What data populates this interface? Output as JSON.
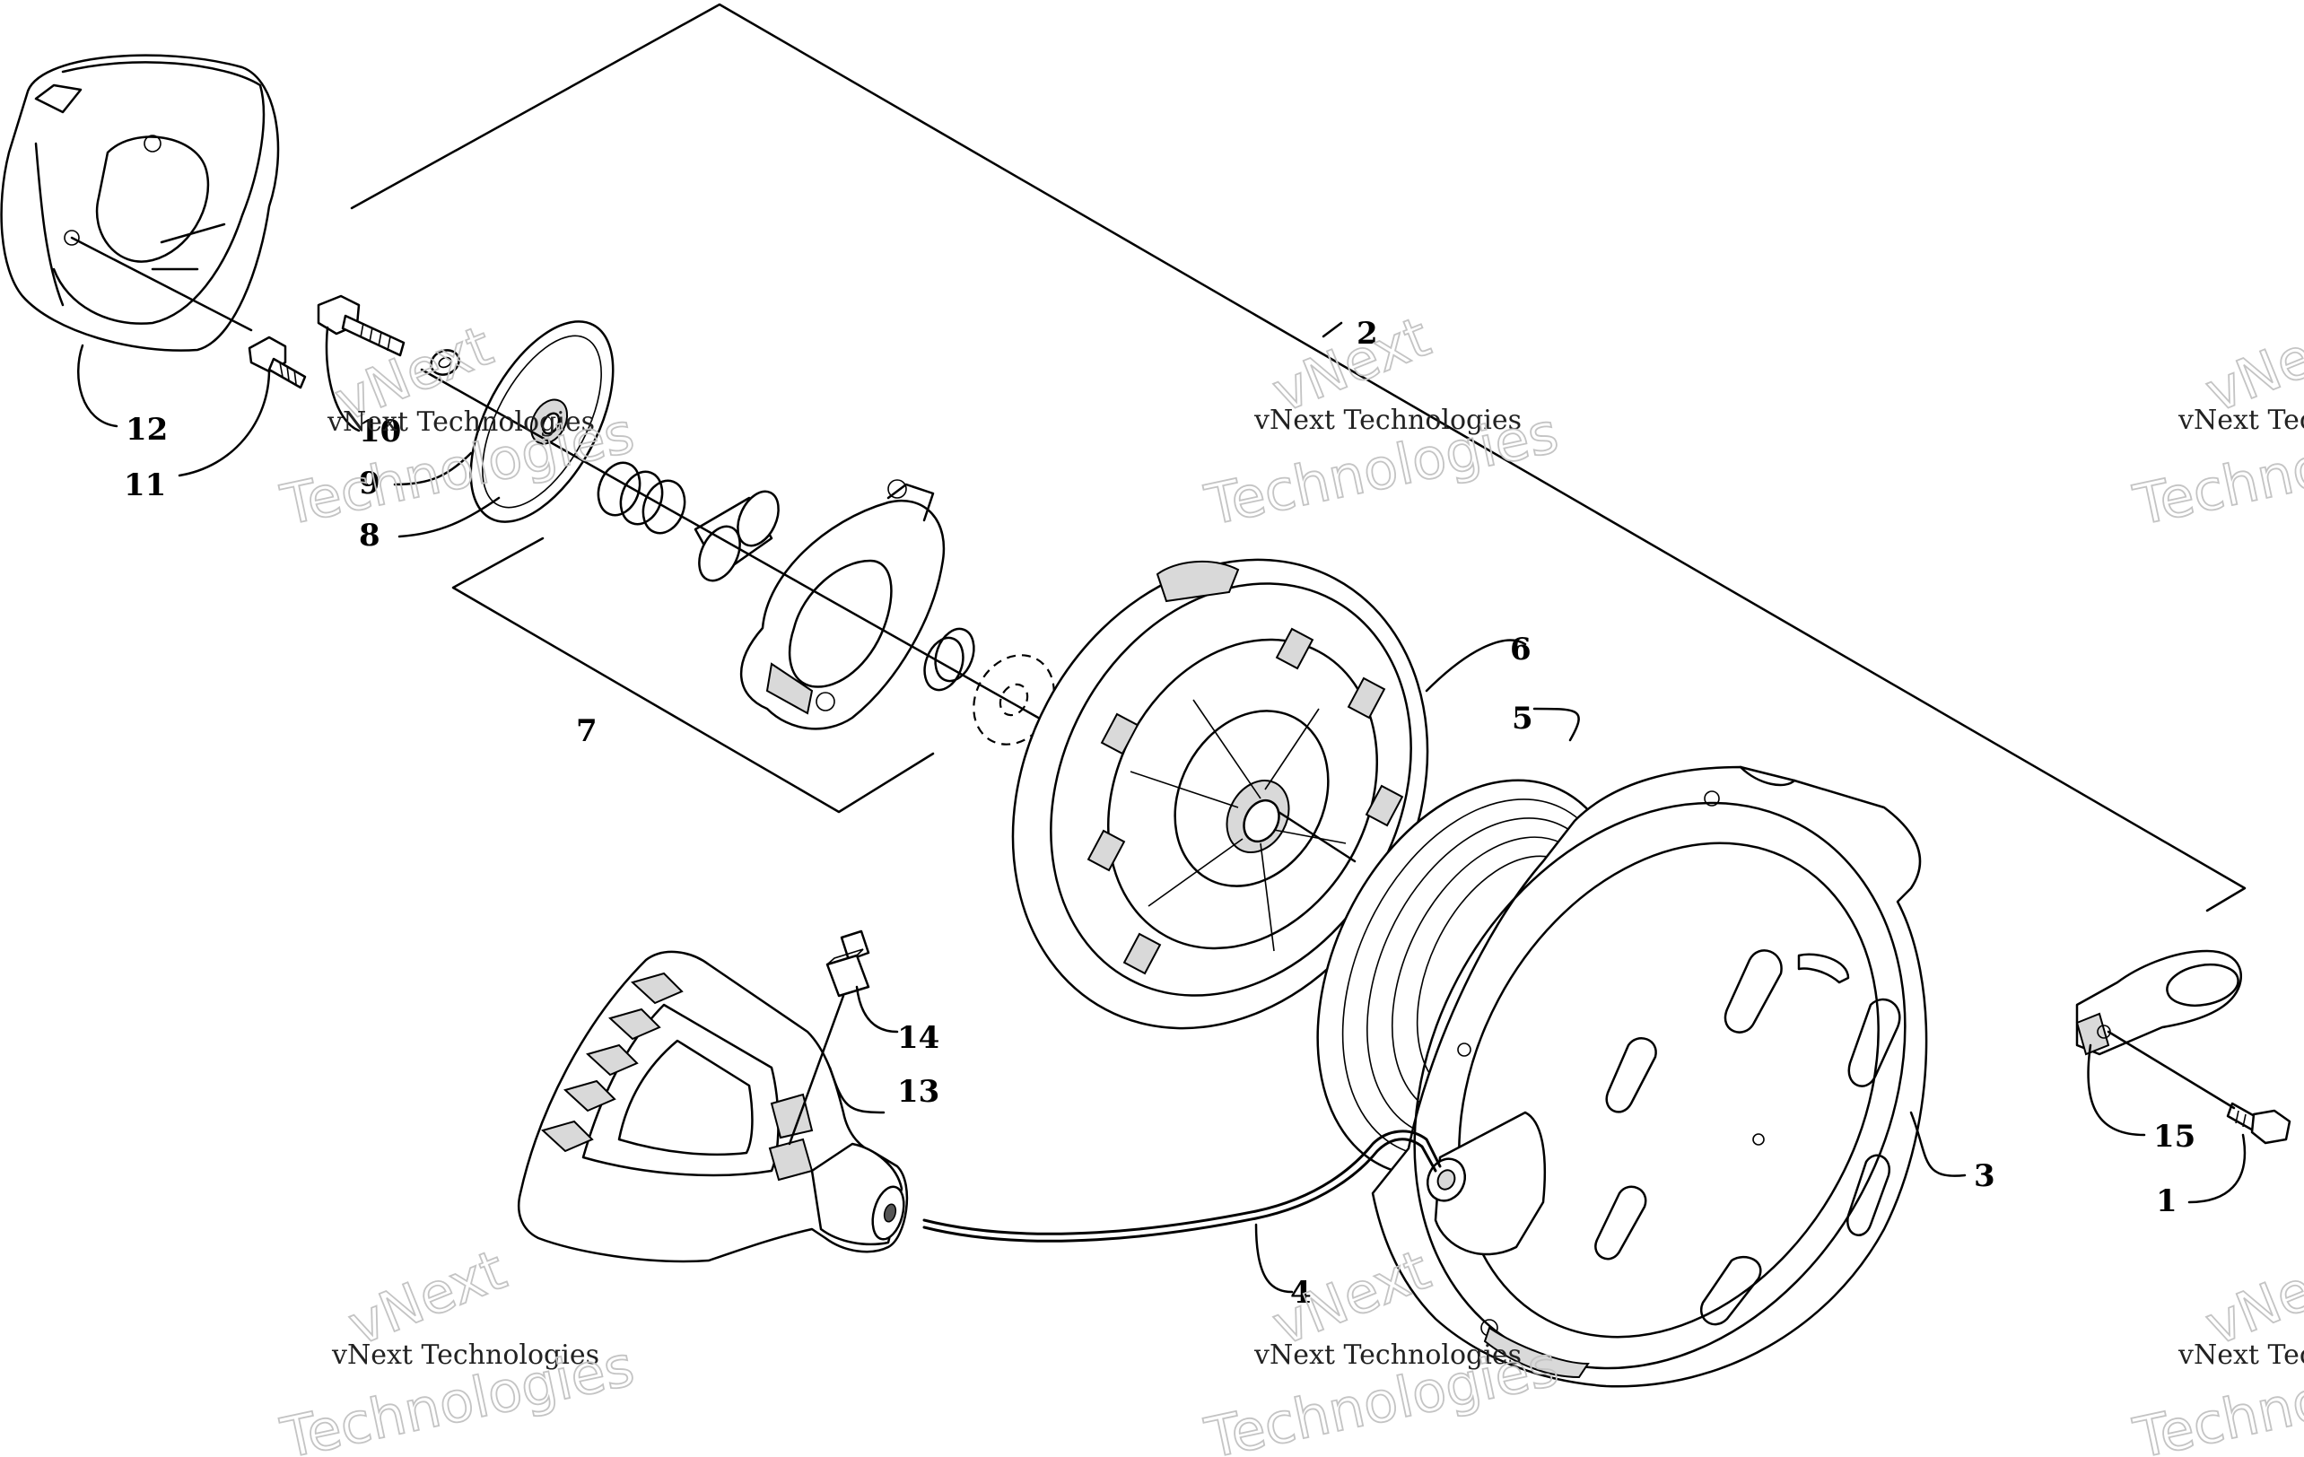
{
  "watermark": {
    "line1": "vNext",
    "line2": "vNext Technologies",
    "line3": "Technologies"
  },
  "callouts": [
    {
      "id": "1",
      "label": "1"
    },
    {
      "id": "2",
      "label": "2"
    },
    {
      "id": "3",
      "label": "3"
    },
    {
      "id": "4",
      "label": "4"
    },
    {
      "id": "5",
      "label": "5"
    },
    {
      "id": "6",
      "label": "6"
    },
    {
      "id": "7",
      "label": "7"
    },
    {
      "id": "8",
      "label": "8"
    },
    {
      "id": "9",
      "label": "9"
    },
    {
      "id": "10",
      "label": "10"
    },
    {
      "id": "11",
      "label": "11"
    },
    {
      "id": "12",
      "label": "12"
    },
    {
      "id": "13",
      "label": "13"
    },
    {
      "id": "14",
      "label": "14"
    },
    {
      "id": "15",
      "label": "15"
    }
  ]
}
